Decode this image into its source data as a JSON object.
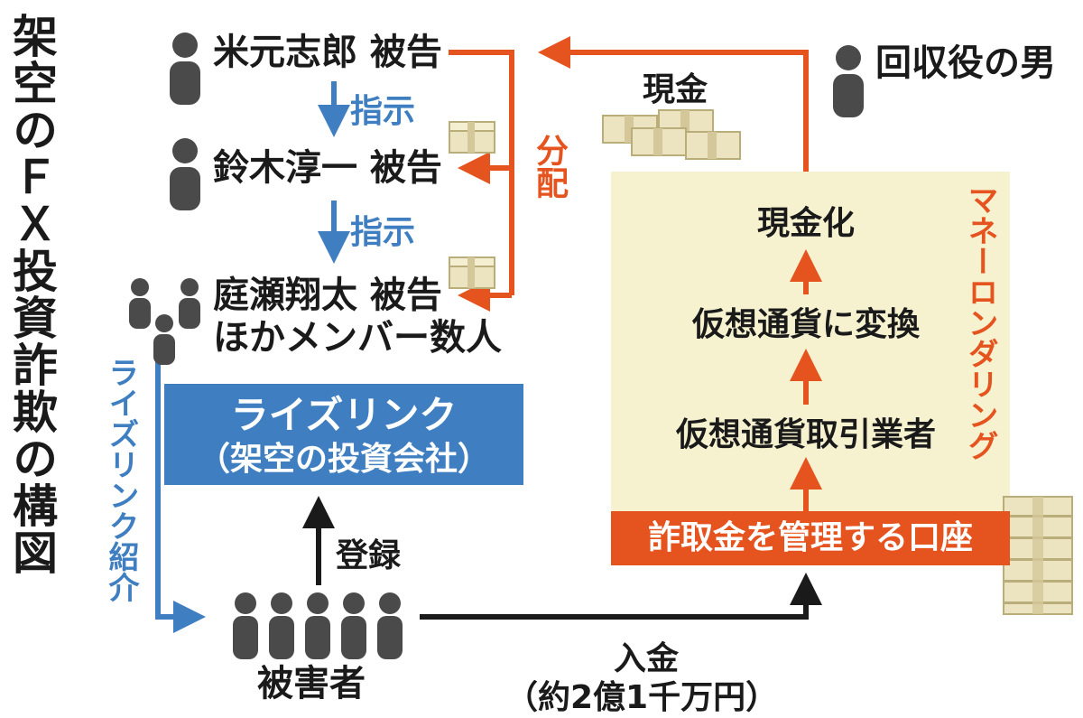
{
  "title": "架空のＦＸ投資詐欺の構図",
  "people": {
    "yonemoto": "米元志郎 被告",
    "suzuki": "鈴木淳一 被告",
    "niwase_line1": "庭瀬翔太 被告",
    "niwase_line2": "ほかメンバー数人",
    "collector": "回収役の男",
    "victims": "被害者"
  },
  "labels": {
    "instruction_1": "指示",
    "instruction_2": "指示",
    "distribution": "分配",
    "cash": "現金",
    "introduction": "ライズリンク紹介",
    "registration": "登録",
    "deposit_line1": "入金",
    "deposit_line2": "（約2億1千万円）"
  },
  "company": {
    "name": "ライズリンク",
    "note": "（架空の投資会社）"
  },
  "laundering": {
    "label": "マネーロンダリング",
    "steps": [
      "現金化",
      "仮想通貨に変換",
      "仮想通貨取引業者"
    ],
    "account": "詐取金を管理する口座"
  },
  "colors": {
    "blue": "#3f7fc1",
    "red": "#e5531e",
    "panel": "#f6f1cf",
    "person": "#4a4a4a",
    "money": "#ece4c0"
  },
  "icons": [
    "person-icon",
    "group-icon",
    "money-stack-icon"
  ]
}
